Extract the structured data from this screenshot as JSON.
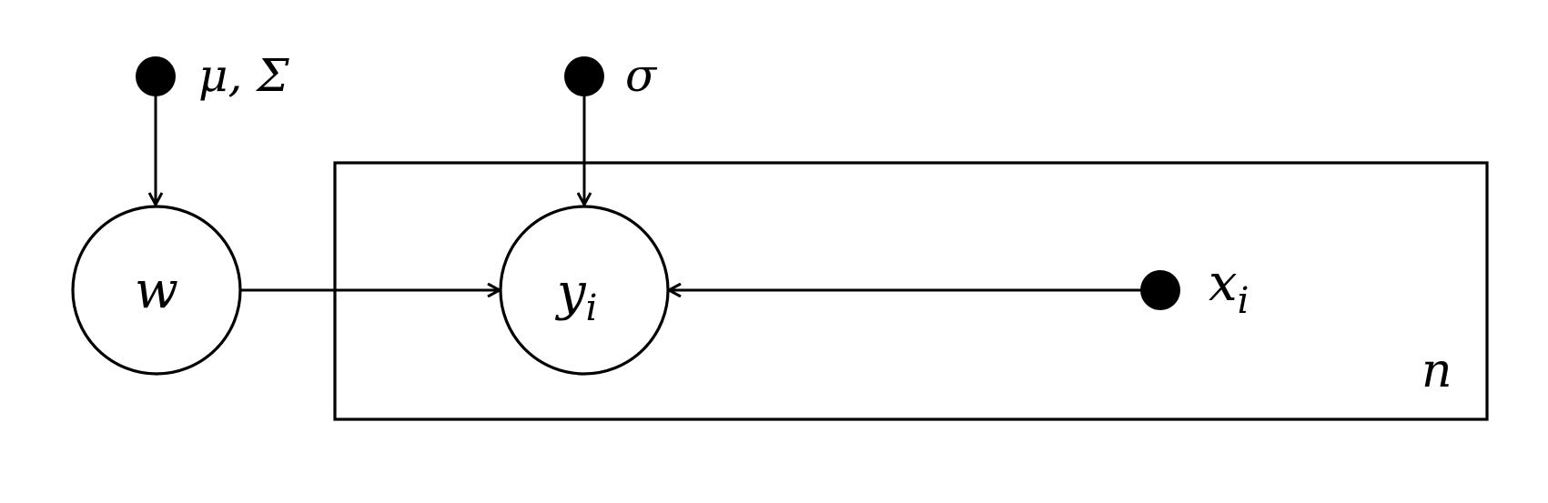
{
  "diagram": {
    "nodes": {
      "w": {
        "label": "w",
        "kind": "latent"
      },
      "y": {
        "label": "y",
        "subscript": "i",
        "kind": "latent"
      }
    },
    "fixed_params": {
      "mu_sigma": {
        "label": "μ, Σ"
      },
      "sigma": {
        "label": "σ"
      },
      "x": {
        "label": "x",
        "subscript": "i"
      }
    },
    "plate": {
      "label": "n"
    },
    "edges": [
      {
        "from": "mu_sigma",
        "to": "w"
      },
      {
        "from": "sigma",
        "to": "y"
      },
      {
        "from": "w",
        "to": "y"
      },
      {
        "from": "x",
        "to": "y"
      }
    ]
  }
}
